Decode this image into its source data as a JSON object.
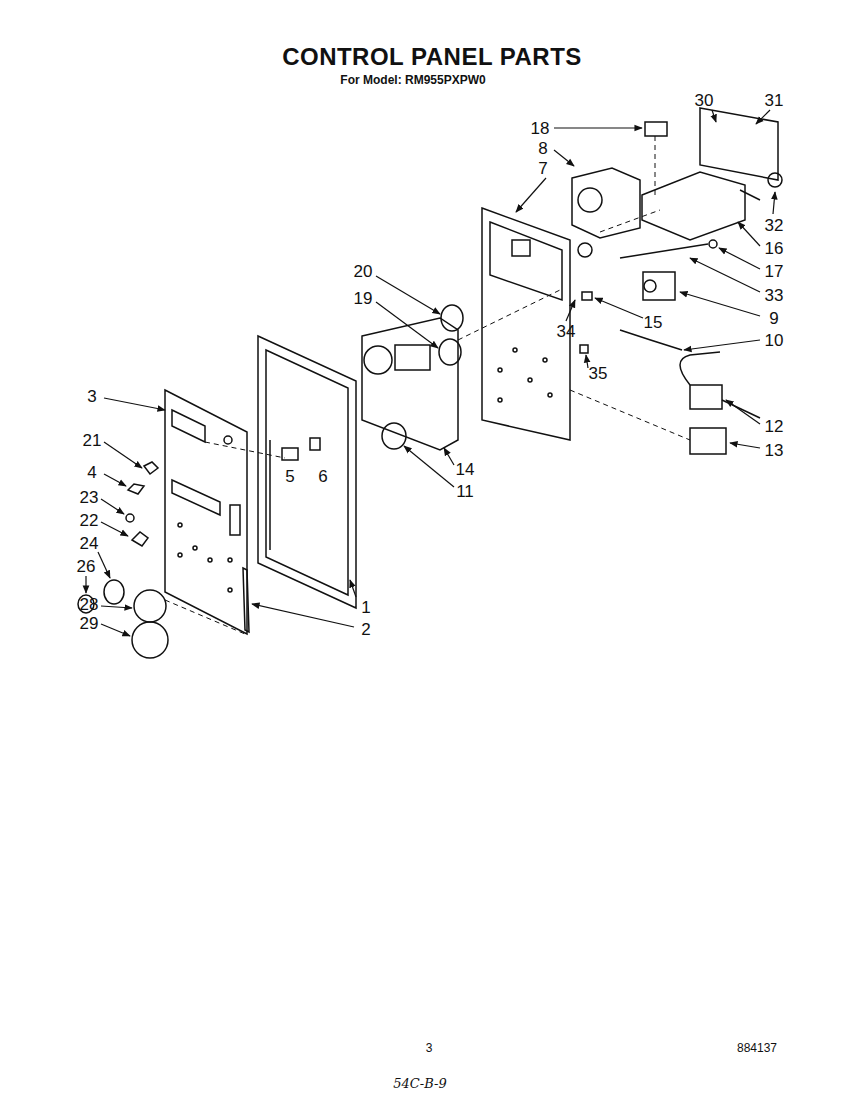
{
  "diagram": {
    "title": "CONTROL PANEL PARTS",
    "labels": [
      "For Model: RM955PXPW0",
      "30",
      "31",
      "18",
      "8",
      "7",
      "32",
      "16",
      "17",
      "20",
      "33",
      "19",
      "9",
      "15",
      "34",
      "10",
      "35",
      "3",
      "12",
      "21",
      "13",
      "14",
      "5",
      "6",
      "4",
      "11",
      "23",
      "22",
      "24",
      "26",
      "1",
      "28",
      "2",
      "29",
      "3",
      "884137",
      "54C-B-9"
    ]
  }
}
